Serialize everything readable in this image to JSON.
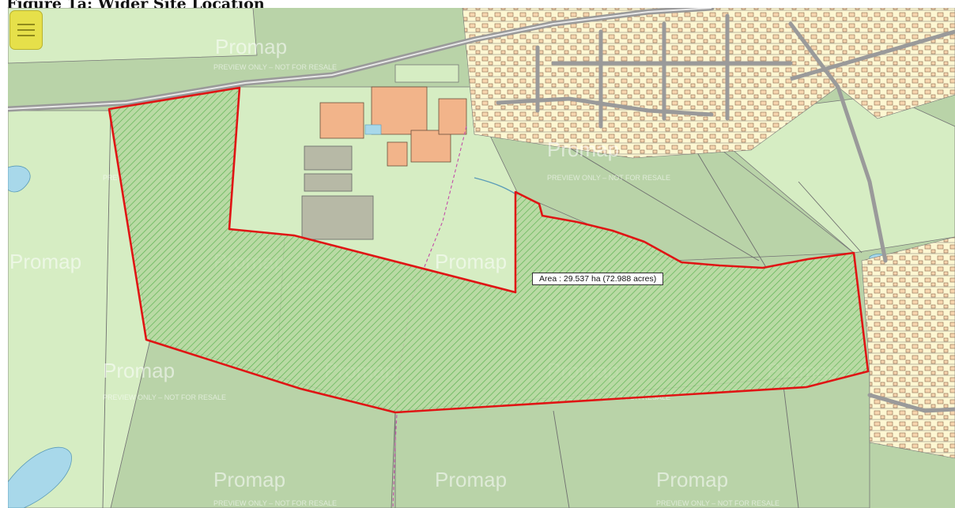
{
  "title": "Figure 1a: Wider Site Location",
  "area_label": "Area : 29.537 ha (72.988 acres)",
  "watermark": {
    "brand": "Promap",
    "notice": "PREVIEW ONLY – NOT FOR RESALE"
  },
  "menu": {
    "icon": "hamburger-menu-icon"
  },
  "colors": {
    "field_dark": "#b9d3a8",
    "field_light": "#d6edc3",
    "site_boundary": "#e01414",
    "site_hatch": "#4fae46",
    "building": "#f2b48a",
    "housing": "#fdf7d2",
    "road": "#9a9a9a",
    "water": "#a8d8ea",
    "menu_button": "#e6e04a"
  }
}
